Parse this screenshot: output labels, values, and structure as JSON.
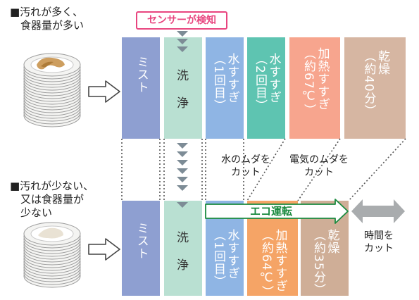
{
  "condition_heavy": "■汚れが多く、\n　食器量が多い",
  "condition_light": "■汚れが少ない、\n　又は食器量が\n　少ない",
  "sensor_label": "センサーが検知",
  "row1": {
    "mist": "ミスト",
    "wash": "洗\n\n浄",
    "rinse1": "水すすぎ\n（1回目）",
    "rinse2": "水すすぎ\n（2回目）",
    "heat_rinse": "加熱すすぎ\n（約67℃）",
    "dry": "乾燥\n（約40分）"
  },
  "row2": {
    "mist": "ミスト",
    "wash": "洗\n\n浄",
    "rinse": "水すすぎ\n（1回目）",
    "heat_rinse": "加熱すすぎ\n（約64℃）",
    "dry": "乾燥\n（約35分）"
  },
  "annotations": {
    "water": "水のムダを\nカット",
    "electric": "電気のムダを\nカット",
    "time": "時間を\nカット"
  },
  "eco_label": "エコ運転",
  "colors": {
    "mist": "#8e9fd1",
    "wash": "#b9e0d2",
    "rinse": "#8fb5e4",
    "rinse2": "#5ec4b1",
    "heat": "#f7a58e",
    "heat2": "#f5a466",
    "dry": "#d6b6a2",
    "dry2": "#cfae97",
    "sensor": "#e8457f",
    "eco": "#1a8a3f",
    "chevron": "#7d8c96",
    "time_arrow": "#a9acae"
  }
}
